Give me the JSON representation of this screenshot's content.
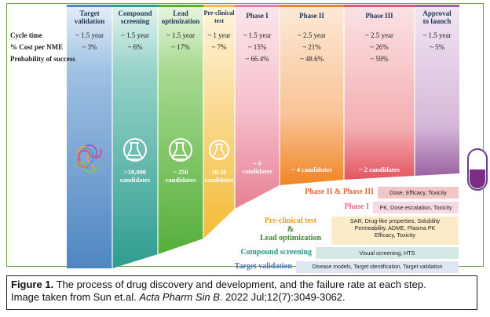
{
  "stages": [
    {
      "label_lines": [
        "Target",
        "validation"
      ],
      "color": "#5b8fc7"
    },
    {
      "label_lines": [
        "Compound",
        "screening"
      ],
      "color": "#3aa39a"
    },
    {
      "label_lines": [
        "Lead",
        "optimization"
      ],
      "color": "#5fb443"
    },
    {
      "label_lines": [
        "Pre-clinical",
        "test"
      ],
      "color": "#f5c54a"
    },
    {
      "label_lines": [
        "Phase I"
      ],
      "color": "#ea8a9e"
    },
    {
      "label_lines": [
        "Phase II"
      ],
      "color": "#f2932e"
    },
    {
      "label_lines": [
        "Phase III"
      ],
      "color": "#e76069"
    },
    {
      "label_lines": [
        "Approval",
        "to launch"
      ],
      "color": "#a06aa6"
    }
  ],
  "row_labels": {
    "cycle": "Cycle time",
    "cost": "% Cost per NME",
    "prob": "Probability of success"
  },
  "cycle_time": [
    "~ 1.5 year",
    "~ 1.5 year",
    "~ 1.5 year",
    "~ 1 year",
    "~ 1.5 year",
    "~ 2.5 year",
    "~ 2.5 year",
    "~ 1.5 year"
  ],
  "cost": [
    "~ 3%",
    "~ 6%",
    "~ 17%",
    "~ 7%",
    "~ 15%",
    "~ 21%",
    "~ 26%",
    "~ 5%"
  ],
  "probability": [
    "",
    "",
    "",
    "",
    "~ 66.4%",
    "~ 48.6%",
    "~ 59%",
    ""
  ],
  "candidates": {
    "compound": [
      ">10,000",
      "candidates"
    ],
    "lead": [
      "~ 250",
      "candidates"
    ],
    "preclinical": [
      "10-20",
      "candidates"
    ],
    "phase1": [
      "~ 6",
      "candidates"
    ],
    "phase2": "~ 4 candidates",
    "phase3": "~ 2 candidates"
  },
  "activities": {
    "phase23": {
      "label": "Phase II & Phase III",
      "desc": "Dose, Efficacy, Toxicity"
    },
    "phase1": {
      "label": "Phase I",
      "desc": "PK, Dose escalation, Toxicity"
    },
    "preclinical": {
      "label1": "Pre-clinical test",
      "amp": "&",
      "label2": "Lead optimization",
      "desc": [
        "SAR, Drug-like properties, Solubility",
        "Permeability, ADME, Plasma PK",
        "Efficacy, Toxicity"
      ]
    },
    "compound": {
      "label": "Compound screening",
      "desc": "Visual screening, HTS"
    },
    "target": {
      "label": "Target validation",
      "desc": "Disease models, Target identification, Target validation"
    }
  },
  "caption": {
    "bold": "Figure 1.",
    "text1": " The process of drug discovery and development, and the failure rate at each step.",
    "text2": "Image taken from Sun et.al. ",
    "journal": "Acta Pharm Sin B",
    "text3": ". 2022 Jul;12(7):3049-3062."
  }
}
